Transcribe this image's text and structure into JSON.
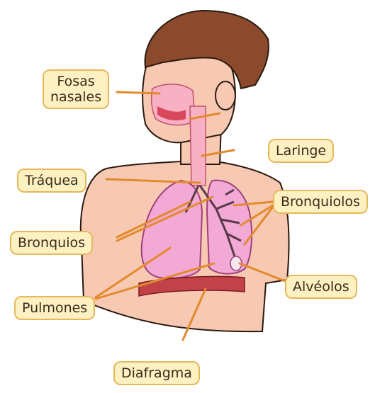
{
  "labels": {
    "fosas_line1": "Fosas",
    "fosas_line2": "nasales",
    "laringe": "Laringe",
    "traquea": "Tráquea",
    "bronquiolos": "Bronquiolos",
    "bronquios": "Bronquios",
    "alveolos": "Alvéolos",
    "pulmones": "Pulmones",
    "diafragma": "Diafragma"
  },
  "colors": {
    "skin": "#f7c9b3",
    "hair": "#8a4a2b",
    "lung": "#f2a9d6",
    "airway": "#f7b0c4",
    "diaphragm": "#c2424a",
    "label_fill": "#fdf1c2",
    "label_border": "#e6b85c",
    "pointer_line": "#e38a2b"
  }
}
